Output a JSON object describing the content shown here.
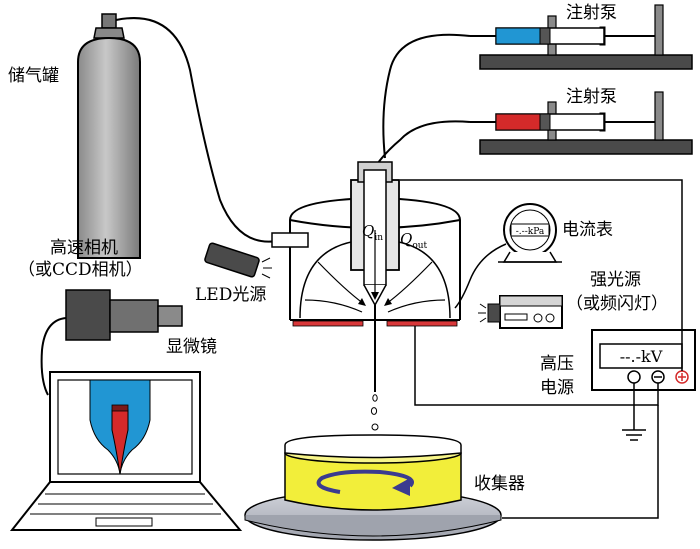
{
  "labels": {
    "gas_tank": "储气罐",
    "syringe_pump_1": "注射泵",
    "syringe_pump_2": "注射泵",
    "high_speed_camera": "高速相机",
    "ccd_camera": "（或CCD相机）",
    "microscope": "显微镜",
    "led_light": "LED光源",
    "ammeter": "电流表",
    "ammeter_display": "-.--kPa",
    "strong_light": "强光源",
    "strobe": "（或频闪灯）",
    "hv_line1": "高压",
    "hv_line2": "电源",
    "hv_display": "--.-kV",
    "collector": "收集器",
    "q_in": "Q",
    "q_in_sub": "in",
    "q_out": "Q",
    "q_out_sub": "out"
  },
  "colors": {
    "pump1_liquid": "#2196d3",
    "pump2_liquid": "#d42a2a",
    "collector_liquid": "#f2ee3a",
    "metal_grey": "#9a9a9a",
    "dark_grey": "#4a4a4a",
    "electrode_red": "#d9383a",
    "rotation_arrow": "#3b3b8f",
    "stage_grey": "#b9bcc4"
  }
}
